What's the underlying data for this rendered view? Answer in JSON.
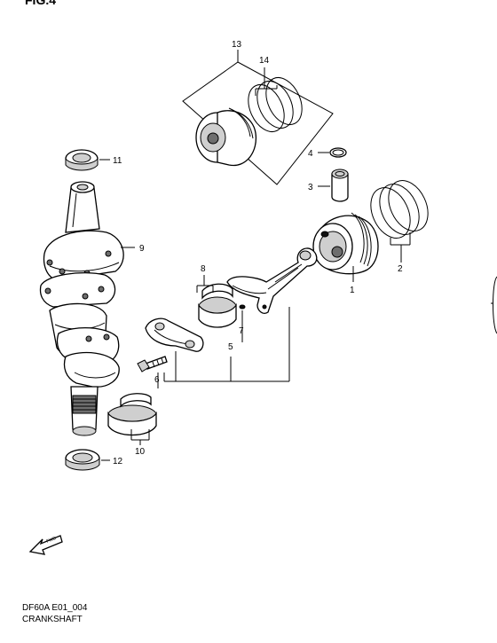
{
  "figure_label": "FIG.4",
  "model_code": "DF60A E01_004",
  "title": "CRANKSHAFT",
  "fwd_label": "FWD",
  "callouts": {
    "c1": "1",
    "c2": "2",
    "c3": "3",
    "c4": "4",
    "c5": "5",
    "c6": "6",
    "c7": "7",
    "c8": "8",
    "c9": "9",
    "c10": "10",
    "c11": "11",
    "c12": "12",
    "c13": "13",
    "c14": "14"
  },
  "parts_visible": [
    "piston",
    "piston-rings",
    "piston-pin",
    "circlip",
    "connecting-rod",
    "connecting-rod-bolt",
    "crankshaft",
    "oil-seal-top",
    "oil-seal-bottom",
    "crank-bearing",
    "conrod-bearing",
    "knock-pin"
  ]
}
